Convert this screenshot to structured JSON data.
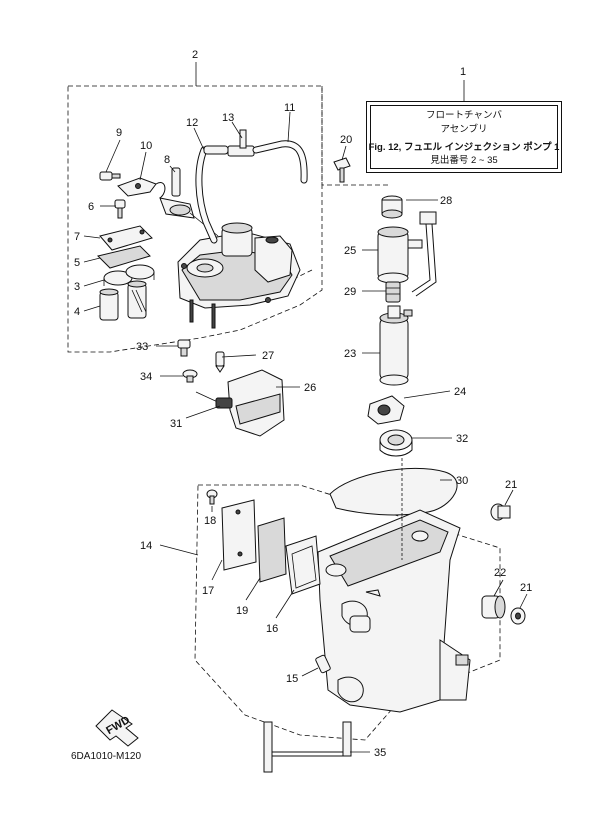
{
  "title_box": {
    "line1": "フロートチャンバ",
    "line2": "アセンブリ",
    "line3": "Fig. 12, フュエル インジェクション ポンプ 1",
    "line4": "見出番号 2 ~ 35"
  },
  "figure_code": "6DA1010-M120",
  "fwd_label": "FWD",
  "callouts": {
    "c1": "1",
    "c2": "2",
    "c3": "3",
    "c4": "4",
    "c5": "5",
    "c6": "6",
    "c7": "7",
    "c8": "8",
    "c9": "9",
    "c10": "10",
    "c11": "11",
    "c12": "12",
    "c13": "13",
    "c14": "14",
    "c15": "15",
    "c16": "16",
    "c17": "17",
    "c18": "18",
    "c19": "19",
    "c20": "20",
    "c21a": "21",
    "c21b": "21",
    "c22": "22",
    "c23": "23",
    "c24": "24",
    "c25": "25",
    "c26": "26",
    "c27": "27",
    "c28": "28",
    "c29": "29",
    "c30": "30",
    "c31": "31",
    "c32": "32",
    "c33": "33",
    "c34": "34",
    "c35": "35"
  }
}
